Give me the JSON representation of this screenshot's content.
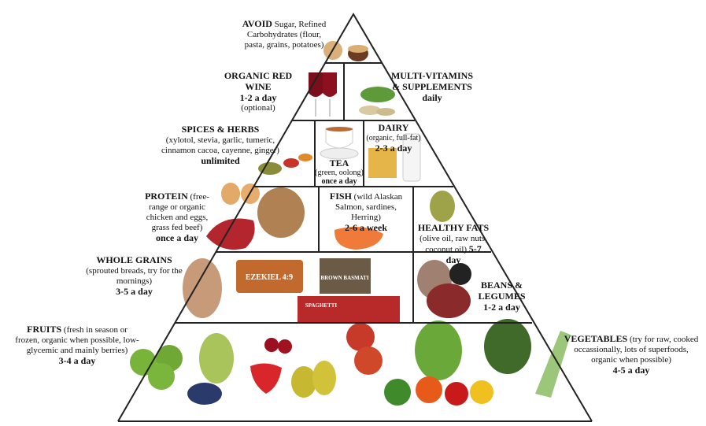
{
  "tiers": {
    "avoid": {
      "title": "AVOID",
      "desc": "Sugar, Refined Carbohydrates (flour, pasta, grains, potatoes)"
    },
    "wine": {
      "title": "ORGANIC RED WINE",
      "freq": "1-2 a day",
      "note": "(optional)"
    },
    "vitamins": {
      "title": "MULTI-VITAMINS & SUPPLEMENTS",
      "freq": "daily"
    },
    "spices": {
      "title": "SPICES & HERBS",
      "desc": "(xylotol, stevia, garlic, tumeric, cinnamon cacoa, cayenne, ginger)",
      "freq": "unlimited"
    },
    "tea": {
      "title": "TEA",
      "desc": "(green, oolong)",
      "freq": "once a day"
    },
    "dairy": {
      "title": "DAIRY",
      "desc": "(organic, full-fat)",
      "freq": "2-3 a day"
    },
    "protein": {
      "title": "PROTEIN",
      "desc": "(free-range or organic chicken and eggs, grass fed beef)",
      "freq": "once a day"
    },
    "fish": {
      "title": "FISH",
      "desc": "(wild Alaskan Salmon, sardines, Herring)",
      "freq": "2-6 a week"
    },
    "fats": {
      "title": "HEALTHY FATS",
      "desc": "(olive oil, raw nuts, coconut oil)",
      "freq": "5-7 day"
    },
    "grains": {
      "title": "WHOLE GRAINS",
      "desc": "(sprouted breads, try for the mornings)",
      "freq": "3-5 a day"
    },
    "beans": {
      "title": "BEANS & LEGUMES",
      "freq": "1-2 a day"
    },
    "fruits": {
      "title": "FRUITS",
      "desc": "(fresh in season or frozen, organic when possible, low-glycemic and mainly berries)",
      "freq": "3-4 a day"
    },
    "vegetables": {
      "title": "VEGETABLES",
      "desc": "(try for raw, cooked occassionally, lots of superfoods, organic when possible)",
      "freq": "4-5 a day"
    }
  },
  "packaging": {
    "bread": "EZEKIEL 4:9",
    "rice": "BROWN BASMATI",
    "pasta": "SPAGHETTI"
  }
}
